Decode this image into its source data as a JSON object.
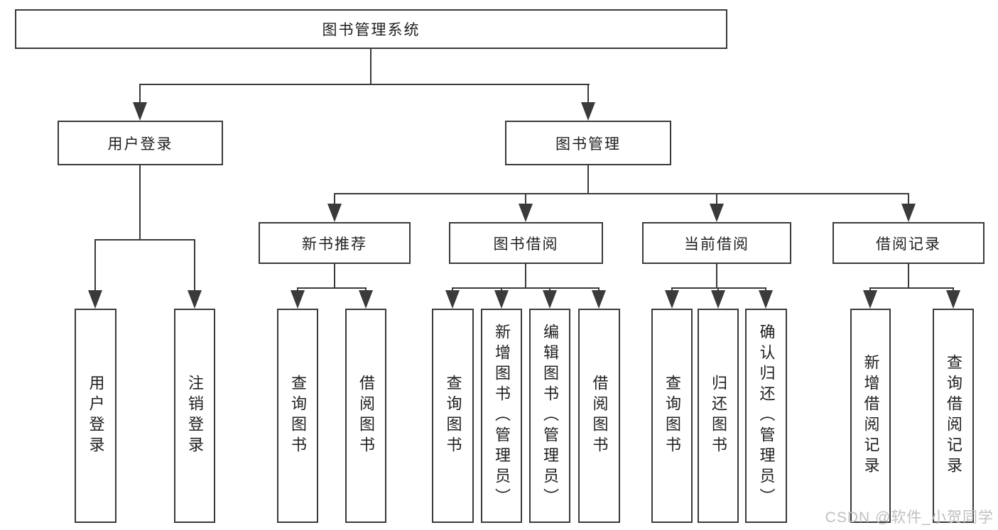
{
  "diagram": {
    "root": {
      "label": "图书管理系统"
    },
    "branches": [
      {
        "label": "用户登录",
        "children": [
          {
            "label": "用户登录"
          },
          {
            "label": "注销登录"
          }
        ]
      },
      {
        "label": "图书管理",
        "children": [
          {
            "label": "新书推荐",
            "children": [
              {
                "label": "查询图书"
              },
              {
                "label": "借阅图书"
              }
            ]
          },
          {
            "label": "图书借阅",
            "children": [
              {
                "label": "查询图书"
              },
              {
                "label": "新增图书（管理员）"
              },
              {
                "label": "编辑图书（管理员）"
              },
              {
                "label": "借阅图书"
              }
            ]
          },
          {
            "label": "当前借阅",
            "children": [
              {
                "label": "查询图书"
              },
              {
                "label": "归还图书"
              },
              {
                "label": "确认归还（管理员）"
              }
            ]
          },
          {
            "label": "借阅记录",
            "children": [
              {
                "label": "新增借阅记录"
              },
              {
                "label": "查询借阅记录"
              }
            ]
          }
        ]
      }
    ]
  },
  "watermark": {
    "text": "CSDN @软件_小贺同学"
  },
  "colors": {
    "border": "#3a3a3a",
    "line": "#3a3a3a",
    "text": "#1f1f1f",
    "bg": "#ffffff",
    "wm": "#bfbfbf"
  }
}
